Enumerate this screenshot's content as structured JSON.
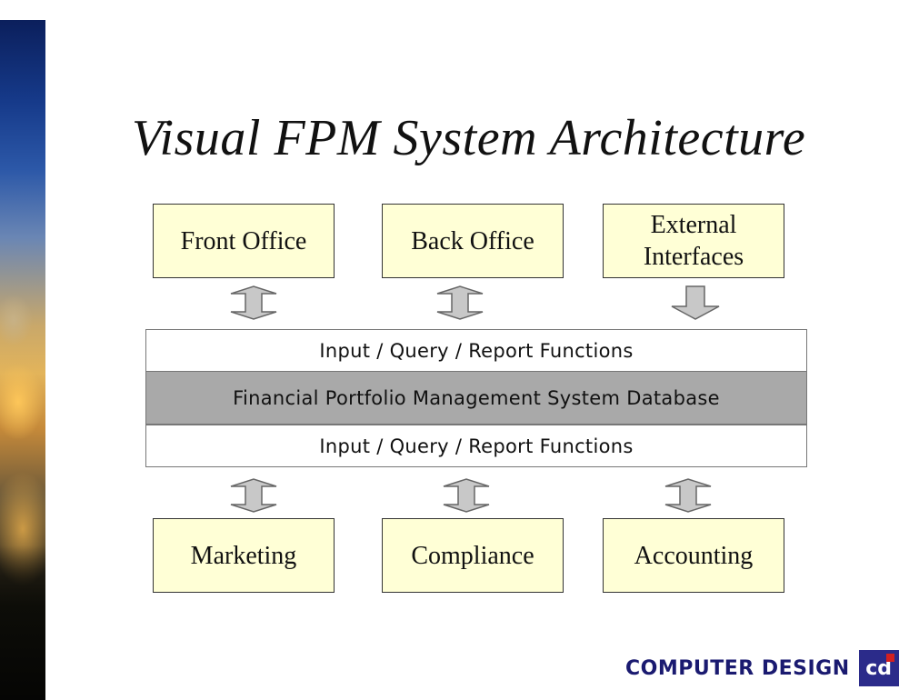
{
  "title": "Visual FPM System Architecture",
  "top_nodes": [
    {
      "lines": [
        "Front Office"
      ]
    },
    {
      "lines": [
        "Back Office"
      ]
    },
    {
      "lines": [
        "External",
        "Interfaces"
      ]
    }
  ],
  "layers": {
    "top_functions": "Input / Query / Report Functions",
    "database": "Financial Portfolio Management System Database",
    "bottom_functions": "Input / Query / Report Functions"
  },
  "bottom_nodes": [
    {
      "lines": [
        "Marketing"
      ]
    },
    {
      "lines": [
        "Compliance"
      ]
    },
    {
      "lines": [
        "Accounting"
      ]
    }
  ],
  "connections": {
    "front_office": "bidirectional",
    "back_office": "bidirectional",
    "external_interfaces": "down",
    "marketing": "bidirectional",
    "compliance": "bidirectional",
    "accounting": "bidirectional"
  },
  "colors": {
    "node_fill": "#ffffd6",
    "database_fill": "#a9a9a9",
    "arrow_fill": "#c8c8c8",
    "logo_blue": "#1a1a70"
  },
  "logo": {
    "text": "COMPUTER DESIGN",
    "mark": "cd"
  }
}
